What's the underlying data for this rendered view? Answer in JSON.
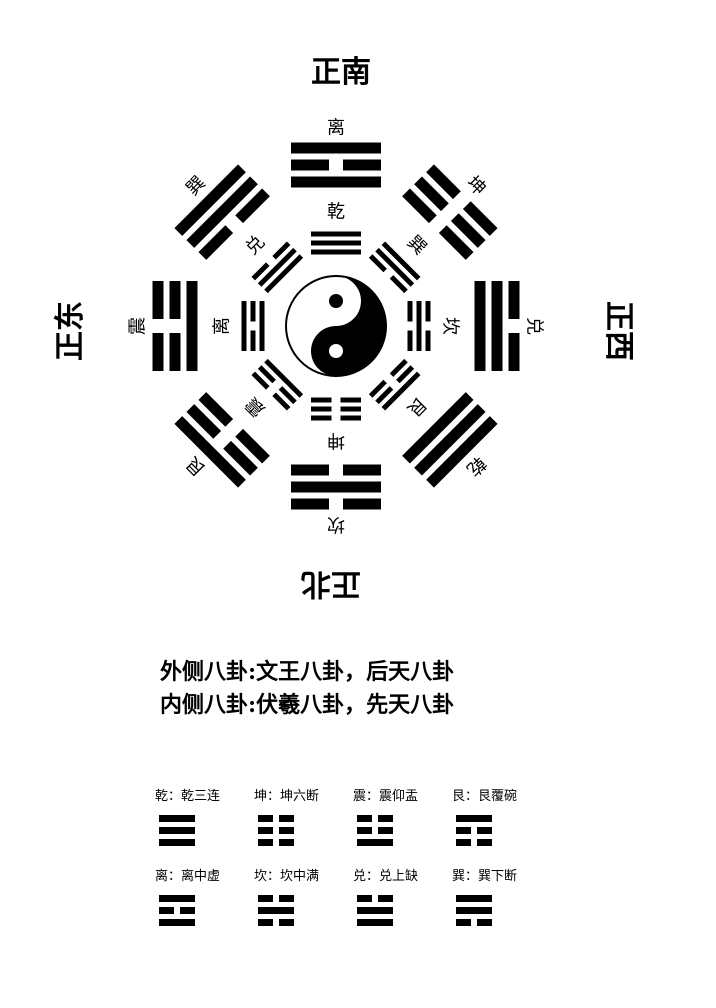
{
  "directions": {
    "south": "正南",
    "north": "正北",
    "east": "正东",
    "west": "正西"
  },
  "outer_ring": [
    {
      "name": "离",
      "lines": [
        1,
        0,
        1
      ]
    },
    {
      "name": "坤",
      "lines": [
        0,
        0,
        0
      ]
    },
    {
      "name": "兑",
      "lines": [
        1,
        1,
        0
      ]
    },
    {
      "name": "乾",
      "lines": [
        1,
        1,
        1
      ]
    },
    {
      "name": "坎",
      "lines": [
        0,
        1,
        0
      ]
    },
    {
      "name": "艮",
      "lines": [
        0,
        0,
        1
      ]
    },
    {
      "name": "震",
      "lines": [
        1,
        0,
        0
      ]
    },
    {
      "name": "巽",
      "lines": [
        0,
        1,
        1
      ]
    }
  ],
  "inner_ring": [
    {
      "name": "乾",
      "lines": [
        1,
        1,
        1
      ]
    },
    {
      "name": "巽",
      "lines": [
        0,
        1,
        1
      ]
    },
    {
      "name": "坎",
      "lines": [
        0,
        1,
        0
      ]
    },
    {
      "name": "艮",
      "lines": [
        0,
        0,
        1
      ]
    },
    {
      "name": "坤",
      "lines": [
        0,
        0,
        0
      ]
    },
    {
      "name": "震",
      "lines": [
        1,
        0,
        0
      ]
    },
    {
      "name": "离",
      "lines": [
        1,
        0,
        1
      ]
    },
    {
      "name": "兑",
      "lines": [
        1,
        1,
        0
      ]
    }
  ],
  "captions": [
    "外侧八卦:文王八卦，后天八卦",
    "内侧八卦:伏羲八卦，先天八卦"
  ],
  "legend": [
    {
      "label": "乾：乾三连",
      "lines": [
        1,
        1,
        1
      ]
    },
    {
      "label": "坤：坤六断",
      "lines": [
        0,
        0,
        0
      ]
    },
    {
      "label": "震：震仰盂",
      "lines": [
        1,
        0,
        0
      ]
    },
    {
      "label": "艮：艮覆碗",
      "lines": [
        0,
        0,
        1
      ]
    },
    {
      "label": "离：离中虚",
      "lines": [
        1,
        0,
        1
      ]
    },
    {
      "label": "坎：坎中满",
      "lines": [
        0,
        1,
        0
      ]
    },
    {
      "label": "兑：兑上缺",
      "lines": [
        1,
        1,
        0
      ]
    },
    {
      "label": "巽：巽下断",
      "lines": [
        0,
        1,
        1
      ]
    }
  ]
}
